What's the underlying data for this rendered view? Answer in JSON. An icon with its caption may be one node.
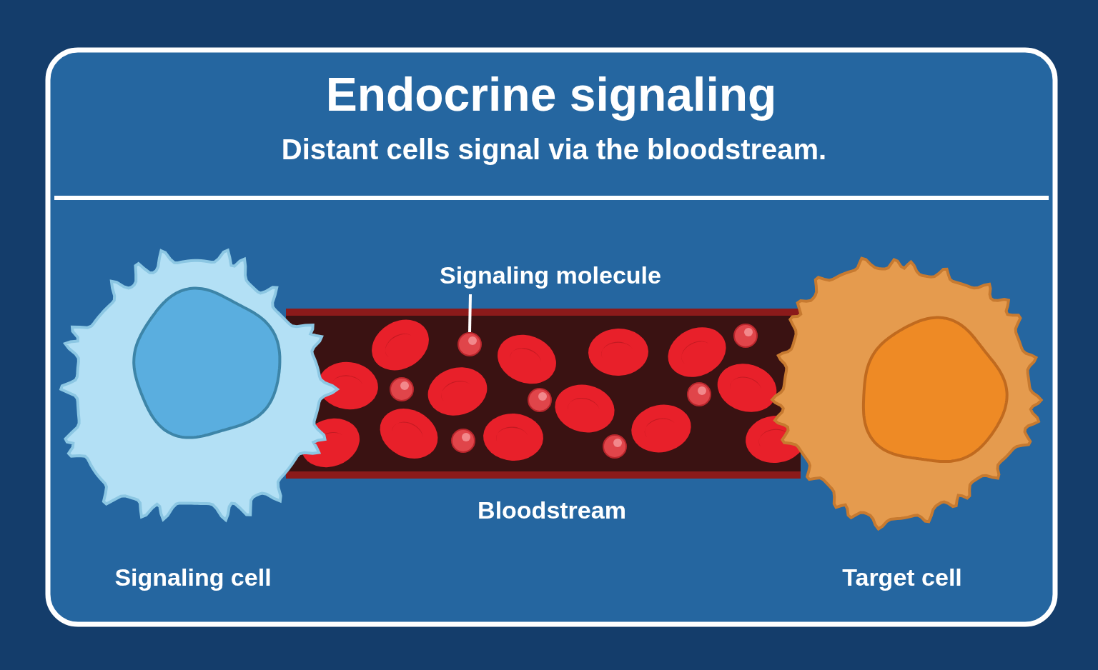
{
  "diagram": {
    "title": "Endocrine signaling",
    "nodes": [
      {
        "text": [
          "Signaling molecule"
        ]
      },
      {
        "text": [],
        "shape": "circle"
      }
    ],
    "edges": [
      {
        "from": 0,
        "to": 1,
        "arrow": "none"
      }
    ],
    "labels": [
      "Distant cells signal via the bloodstream.",
      "Bloodstream",
      "Signaling cell",
      "Target cell"
    ]
  }
}
